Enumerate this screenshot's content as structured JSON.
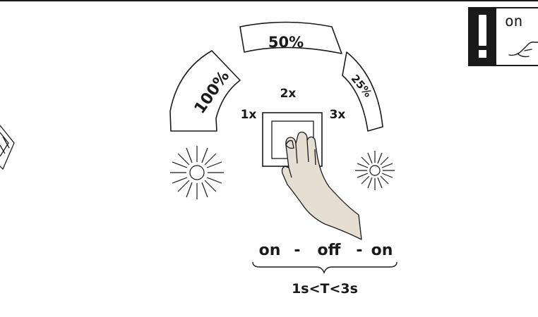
{
  "dimming": {
    "levels": [
      {
        "label": "100%",
        "value": 100
      },
      {
        "label": "50%",
        "value": 50
      },
      {
        "label": "25%",
        "value": 25
      }
    ],
    "press_counts": [
      {
        "label": "1x"
      },
      {
        "label": "2x"
      },
      {
        "label": "3x"
      }
    ]
  },
  "sequence": {
    "steps": [
      {
        "label": "on"
      },
      {
        "label": "-"
      },
      {
        "label": "off"
      },
      {
        "label": "-"
      },
      {
        "label": "on"
      }
    ],
    "timing": "1s<T<3s"
  },
  "warning": {
    "text": "on"
  },
  "colors": {
    "stroke": "#1a1a1a",
    "hand_fill": "#e6ddd3"
  }
}
